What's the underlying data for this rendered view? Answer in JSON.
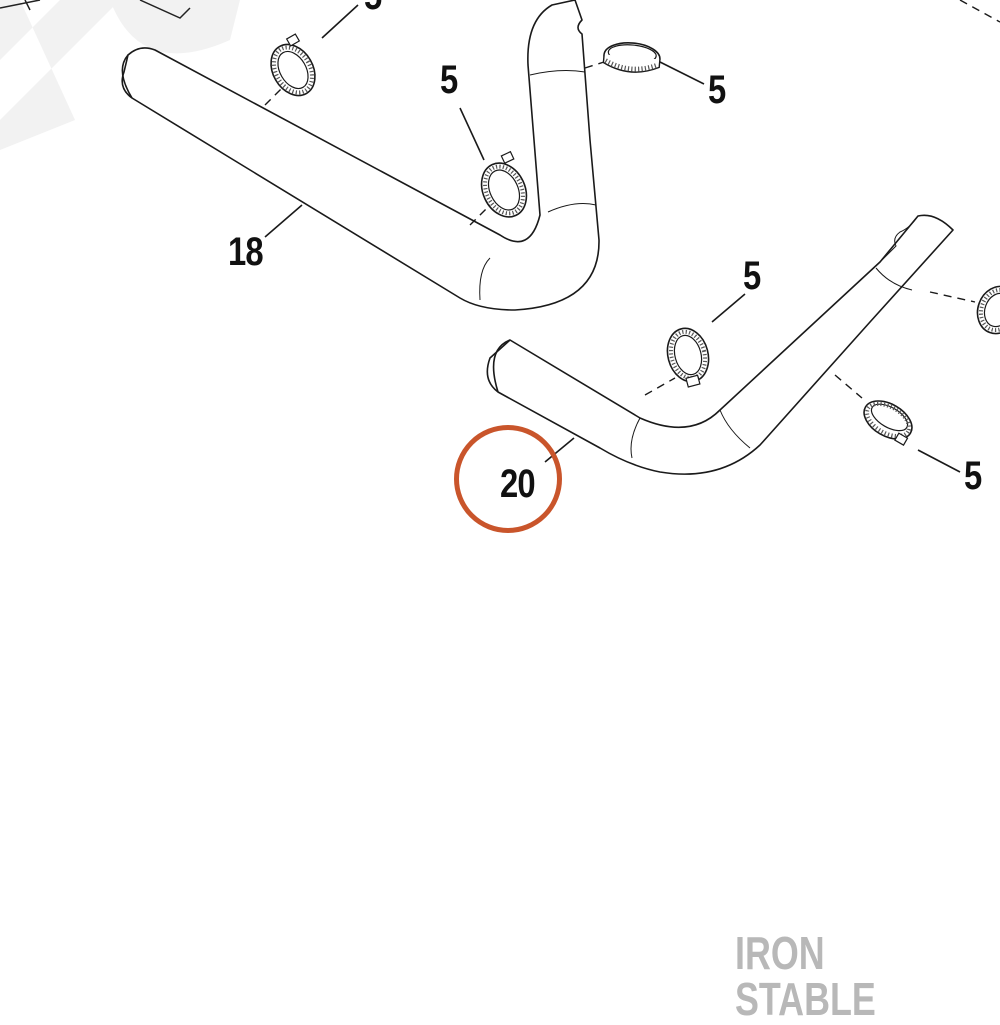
{
  "diagram": {
    "callouts": {
      "c1": "5",
      "c2": "5",
      "c3": "5",
      "c4": "5",
      "c5": "5",
      "c6": "5",
      "hose_upper": "18",
      "hose_lower": "20"
    },
    "highlighted_part": "20",
    "highlight_color": "#c9552b",
    "watermark": "IRON STABLE"
  }
}
